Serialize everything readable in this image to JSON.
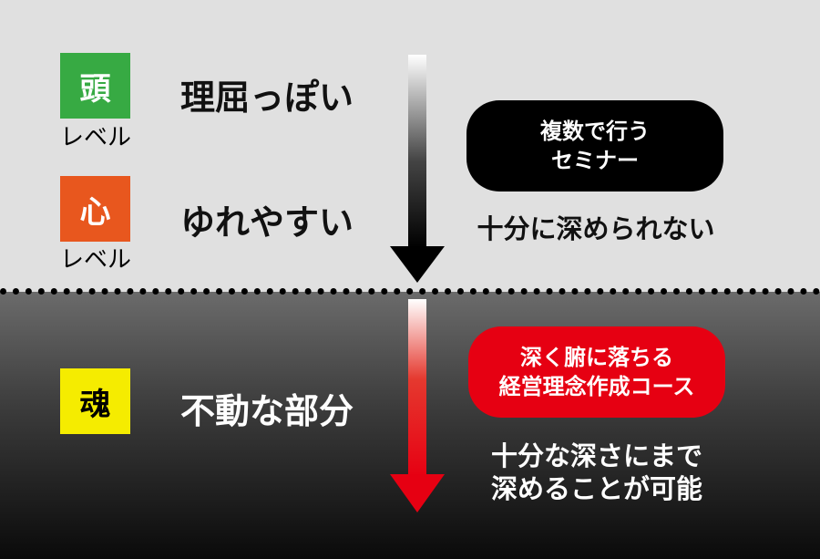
{
  "levels": [
    {
      "badge": "頭",
      "sublabel": "レベル",
      "description": "理屈っぽい",
      "color": "#37aa43"
    },
    {
      "badge": "心",
      "sublabel": "レベル",
      "description": "ゆれやすい",
      "color": "#e8571e"
    },
    {
      "badge": "魂",
      "sublabel": "",
      "description": "不動な部分",
      "color": "#f5ec00"
    }
  ],
  "seminar": {
    "pill_lines": [
      "複数で行う",
      "セミナー"
    ],
    "note": "十分に深められない",
    "color": "#000000"
  },
  "course": {
    "pill_lines": [
      "深く腑に落ちる",
      "経営理念作成コース"
    ],
    "note_lines": [
      "十分な深さにまで",
      "深めることが可能"
    ],
    "color": "#e60012"
  }
}
